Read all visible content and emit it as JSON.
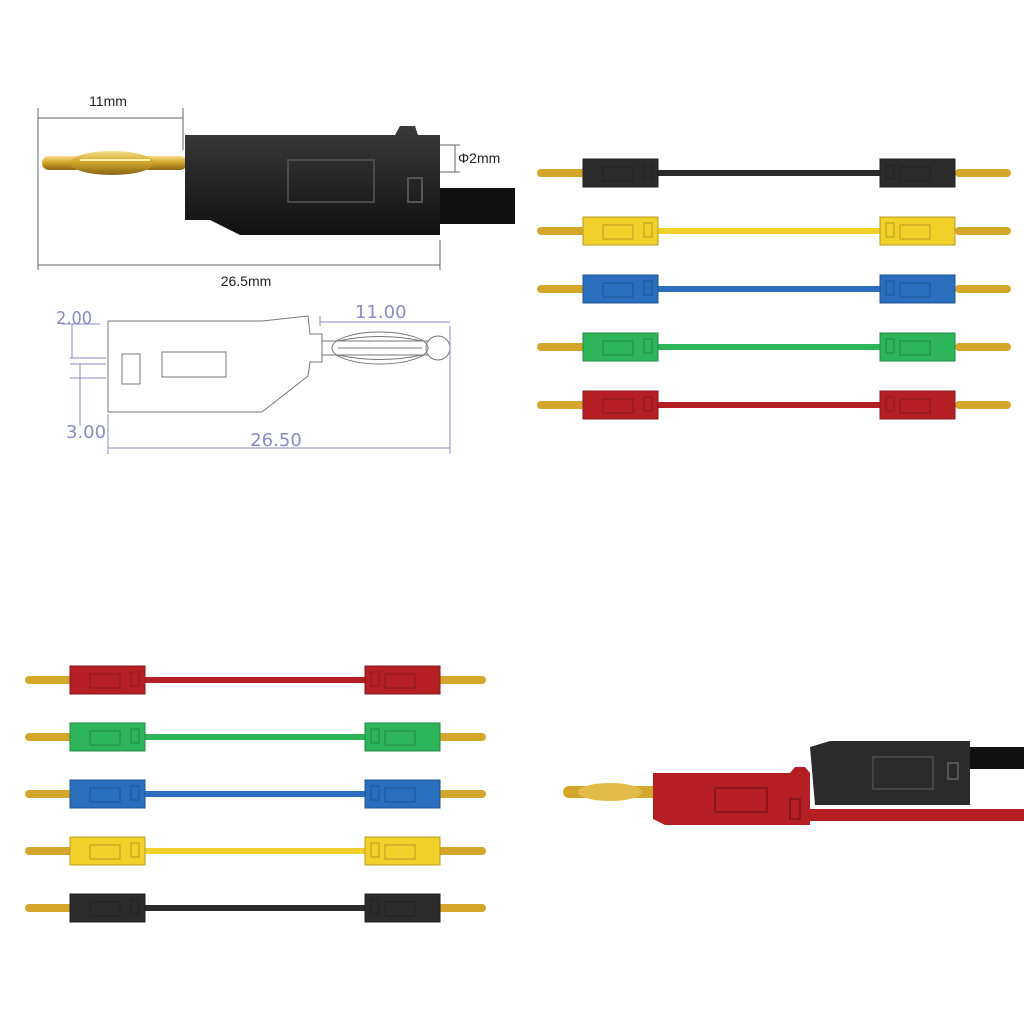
{
  "photo_dimensions": {
    "pin_length": "11mm",
    "pin_diameter": "Φ2mm",
    "total_length": "26.5mm"
  },
  "technical_drawing": {
    "dim_top": "2.00",
    "dim_bottom": "3.00",
    "dim_pin": "11.00",
    "dim_total": "26.50",
    "line_color": "#8a8ac8"
  },
  "lead_colors": {
    "top_panel": [
      "#2b2b2b",
      "#f2d02a",
      "#2a6fbe",
      "#2db55a",
      "#b51f24"
    ],
    "bottom_panel": [
      "#b51f24",
      "#2db55a",
      "#2a6fbe",
      "#f2d02a",
      "#2b2b2b"
    ],
    "closeup": [
      "#b51f24",
      "#2b2b2b"
    ],
    "gold": "#d4a72c"
  }
}
